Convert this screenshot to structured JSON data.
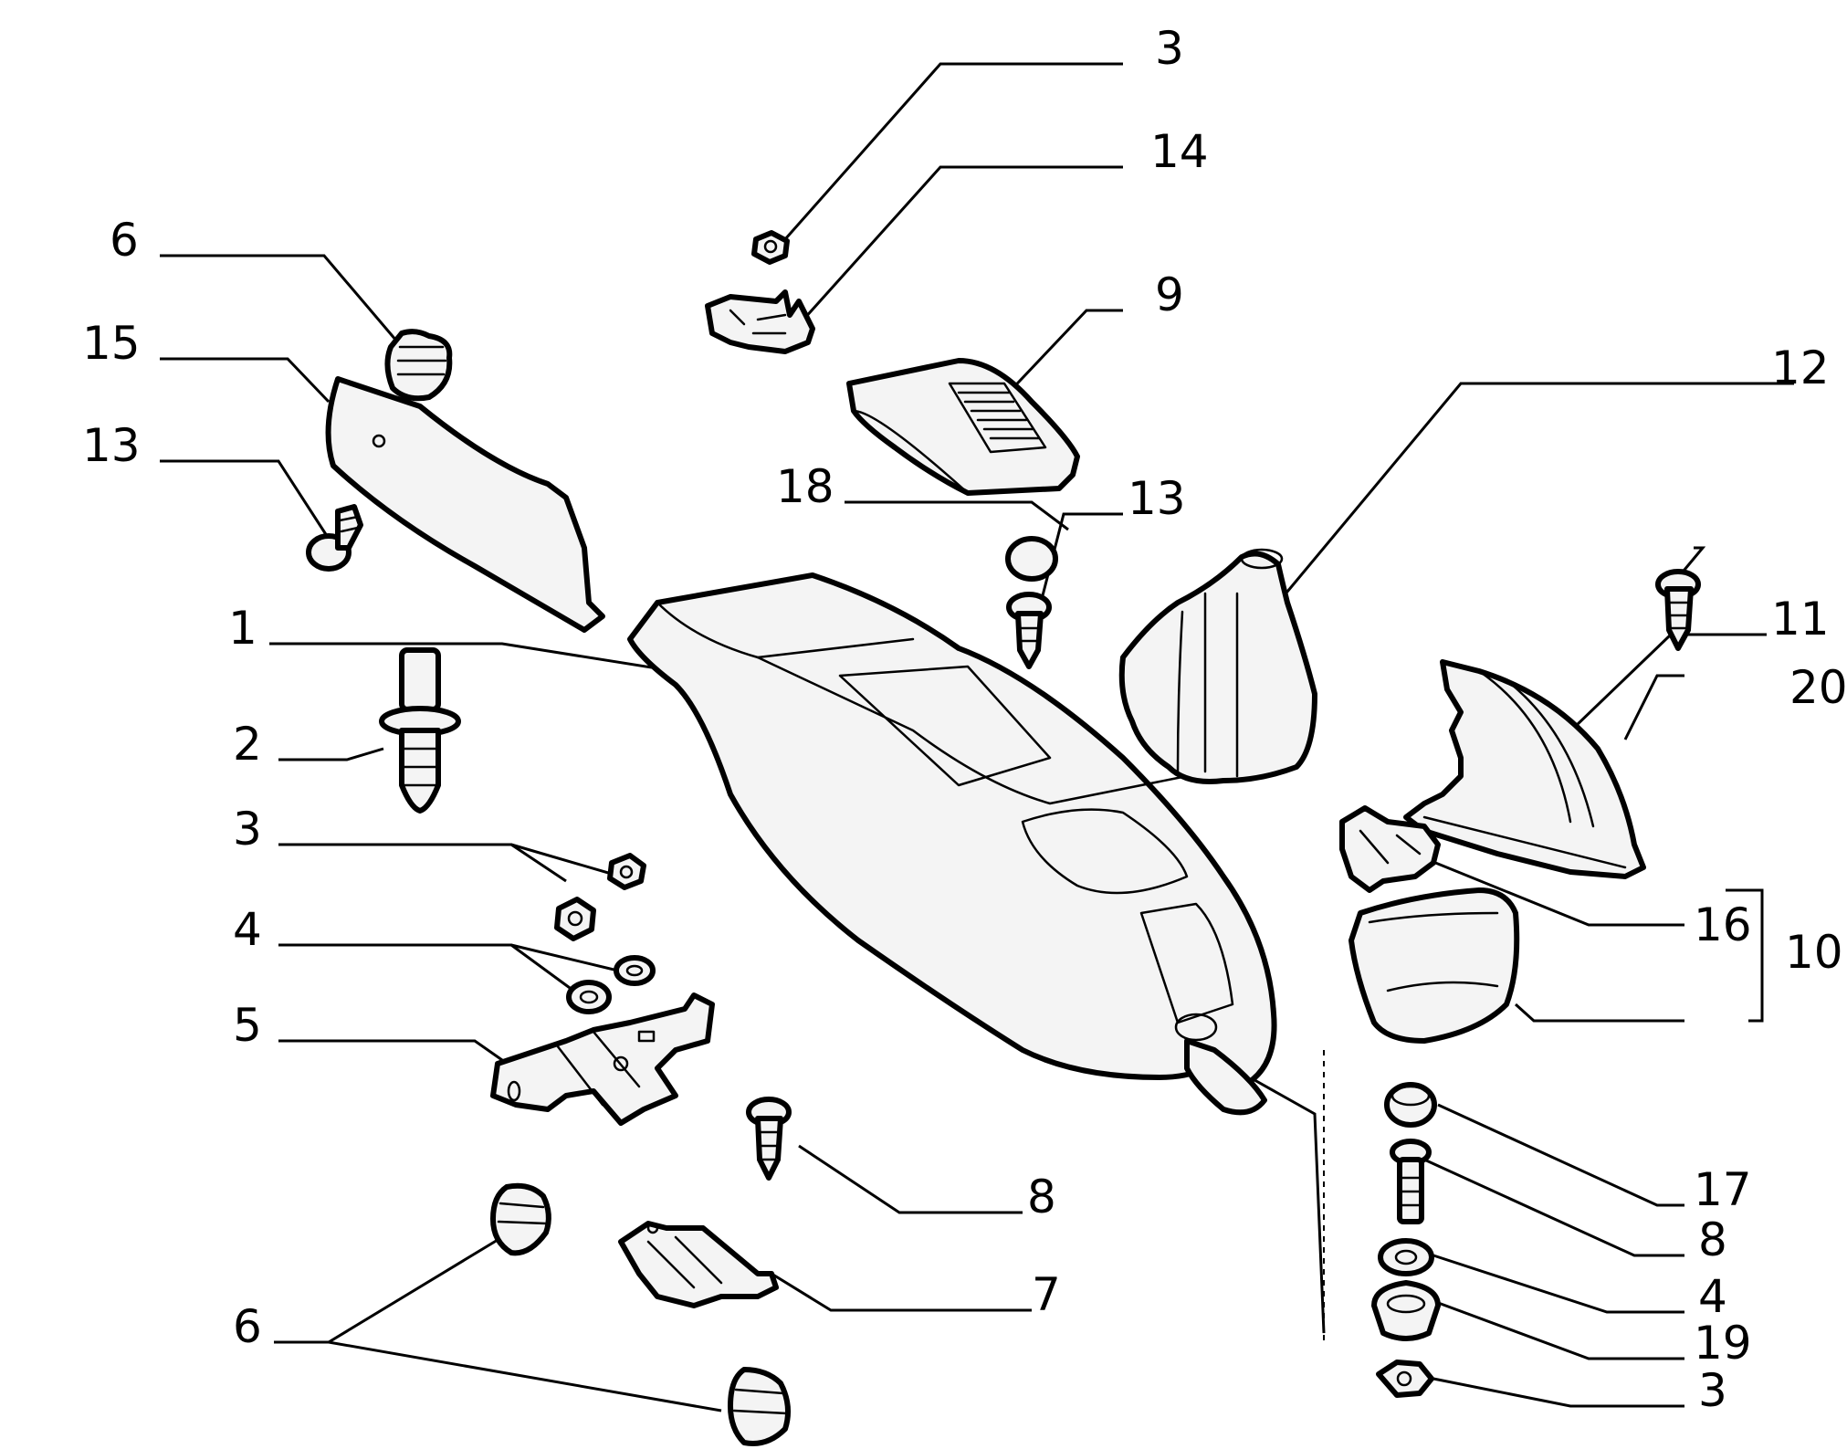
{
  "callouts": {
    "c1": "1",
    "c2": "2",
    "c3a": "3",
    "c3b": "3",
    "c3c": "3",
    "c4a": "4",
    "c4b": "4",
    "c5": "5",
    "c6a": "6",
    "c6b": "6",
    "c7": "7",
    "c8a": "8",
    "c8b": "8",
    "c9": "9",
    "c10": "10",
    "c11": "11",
    "c12": "12",
    "c13a": "13",
    "c13b": "13",
    "c14": "14",
    "c15": "15",
    "c16": "16",
    "c17": "17",
    "c18": "18",
    "c19": "19",
    "c20": "20"
  },
  "colors": {
    "line": "#000000",
    "fill": "#f4f4f4",
    "background": "#ffffff"
  }
}
